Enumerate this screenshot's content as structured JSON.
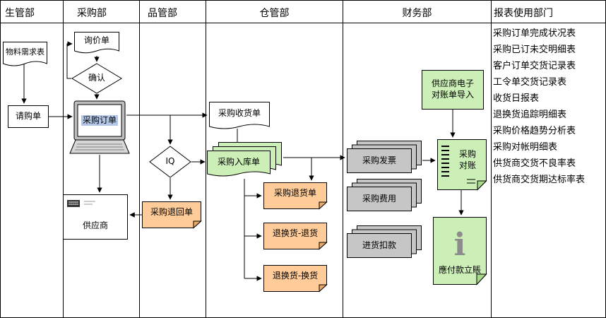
{
  "header": {
    "lanes": [
      "生管部",
      "采购部",
      "品管部",
      "仓管部",
      "财务部",
      "报表使用部门"
    ]
  },
  "nodes": {
    "material_request": "物料需求表",
    "purchase_requisition": "请购单",
    "inquiry_sheet": "询价单",
    "confirm": "确认",
    "purchase_order": "采购订单",
    "supplier": "供应商",
    "iq_check": "IQ",
    "purchase_return_slip": "采购退回单",
    "receiving_slip": "采购收货单",
    "warehouse_in_slip": "采购入库单",
    "purchase_return_goods": "采购退货单",
    "exchange_return": "退换货-退货",
    "exchange_swap": "退换货-换货",
    "purchase_invoice": "采购发票",
    "purchase_expense": "采购费用",
    "purchase_deduction": "进货扣款",
    "supplier_estatement": {
      "line1": "供应商电子",
      "line2": "对账单导入"
    },
    "reconciliation": {
      "line1": "采购",
      "line2": "对账"
    },
    "payable_posting": "應付款立賬"
  },
  "reports": [
    "采购订单完成状况表",
    "采购已订未交明细表",
    "客户订单交货记录表",
    "工令单交货记录表",
    "收货日报表",
    "退换货追踪明细表",
    "采购价格趋势分析表",
    "采购对帐明细表",
    "供货商交货不良率表",
    "供货商交货期达标率表"
  ],
  "icons": {
    "info_icon": "i"
  },
  "colors": {
    "green": "#ccefb8",
    "fold_green": "#a6d98c",
    "orange": "#ffcc99",
    "fold_orange": "#edaa66",
    "gray": "#c6c6c6",
    "highlight": "#b4c7e7"
  }
}
